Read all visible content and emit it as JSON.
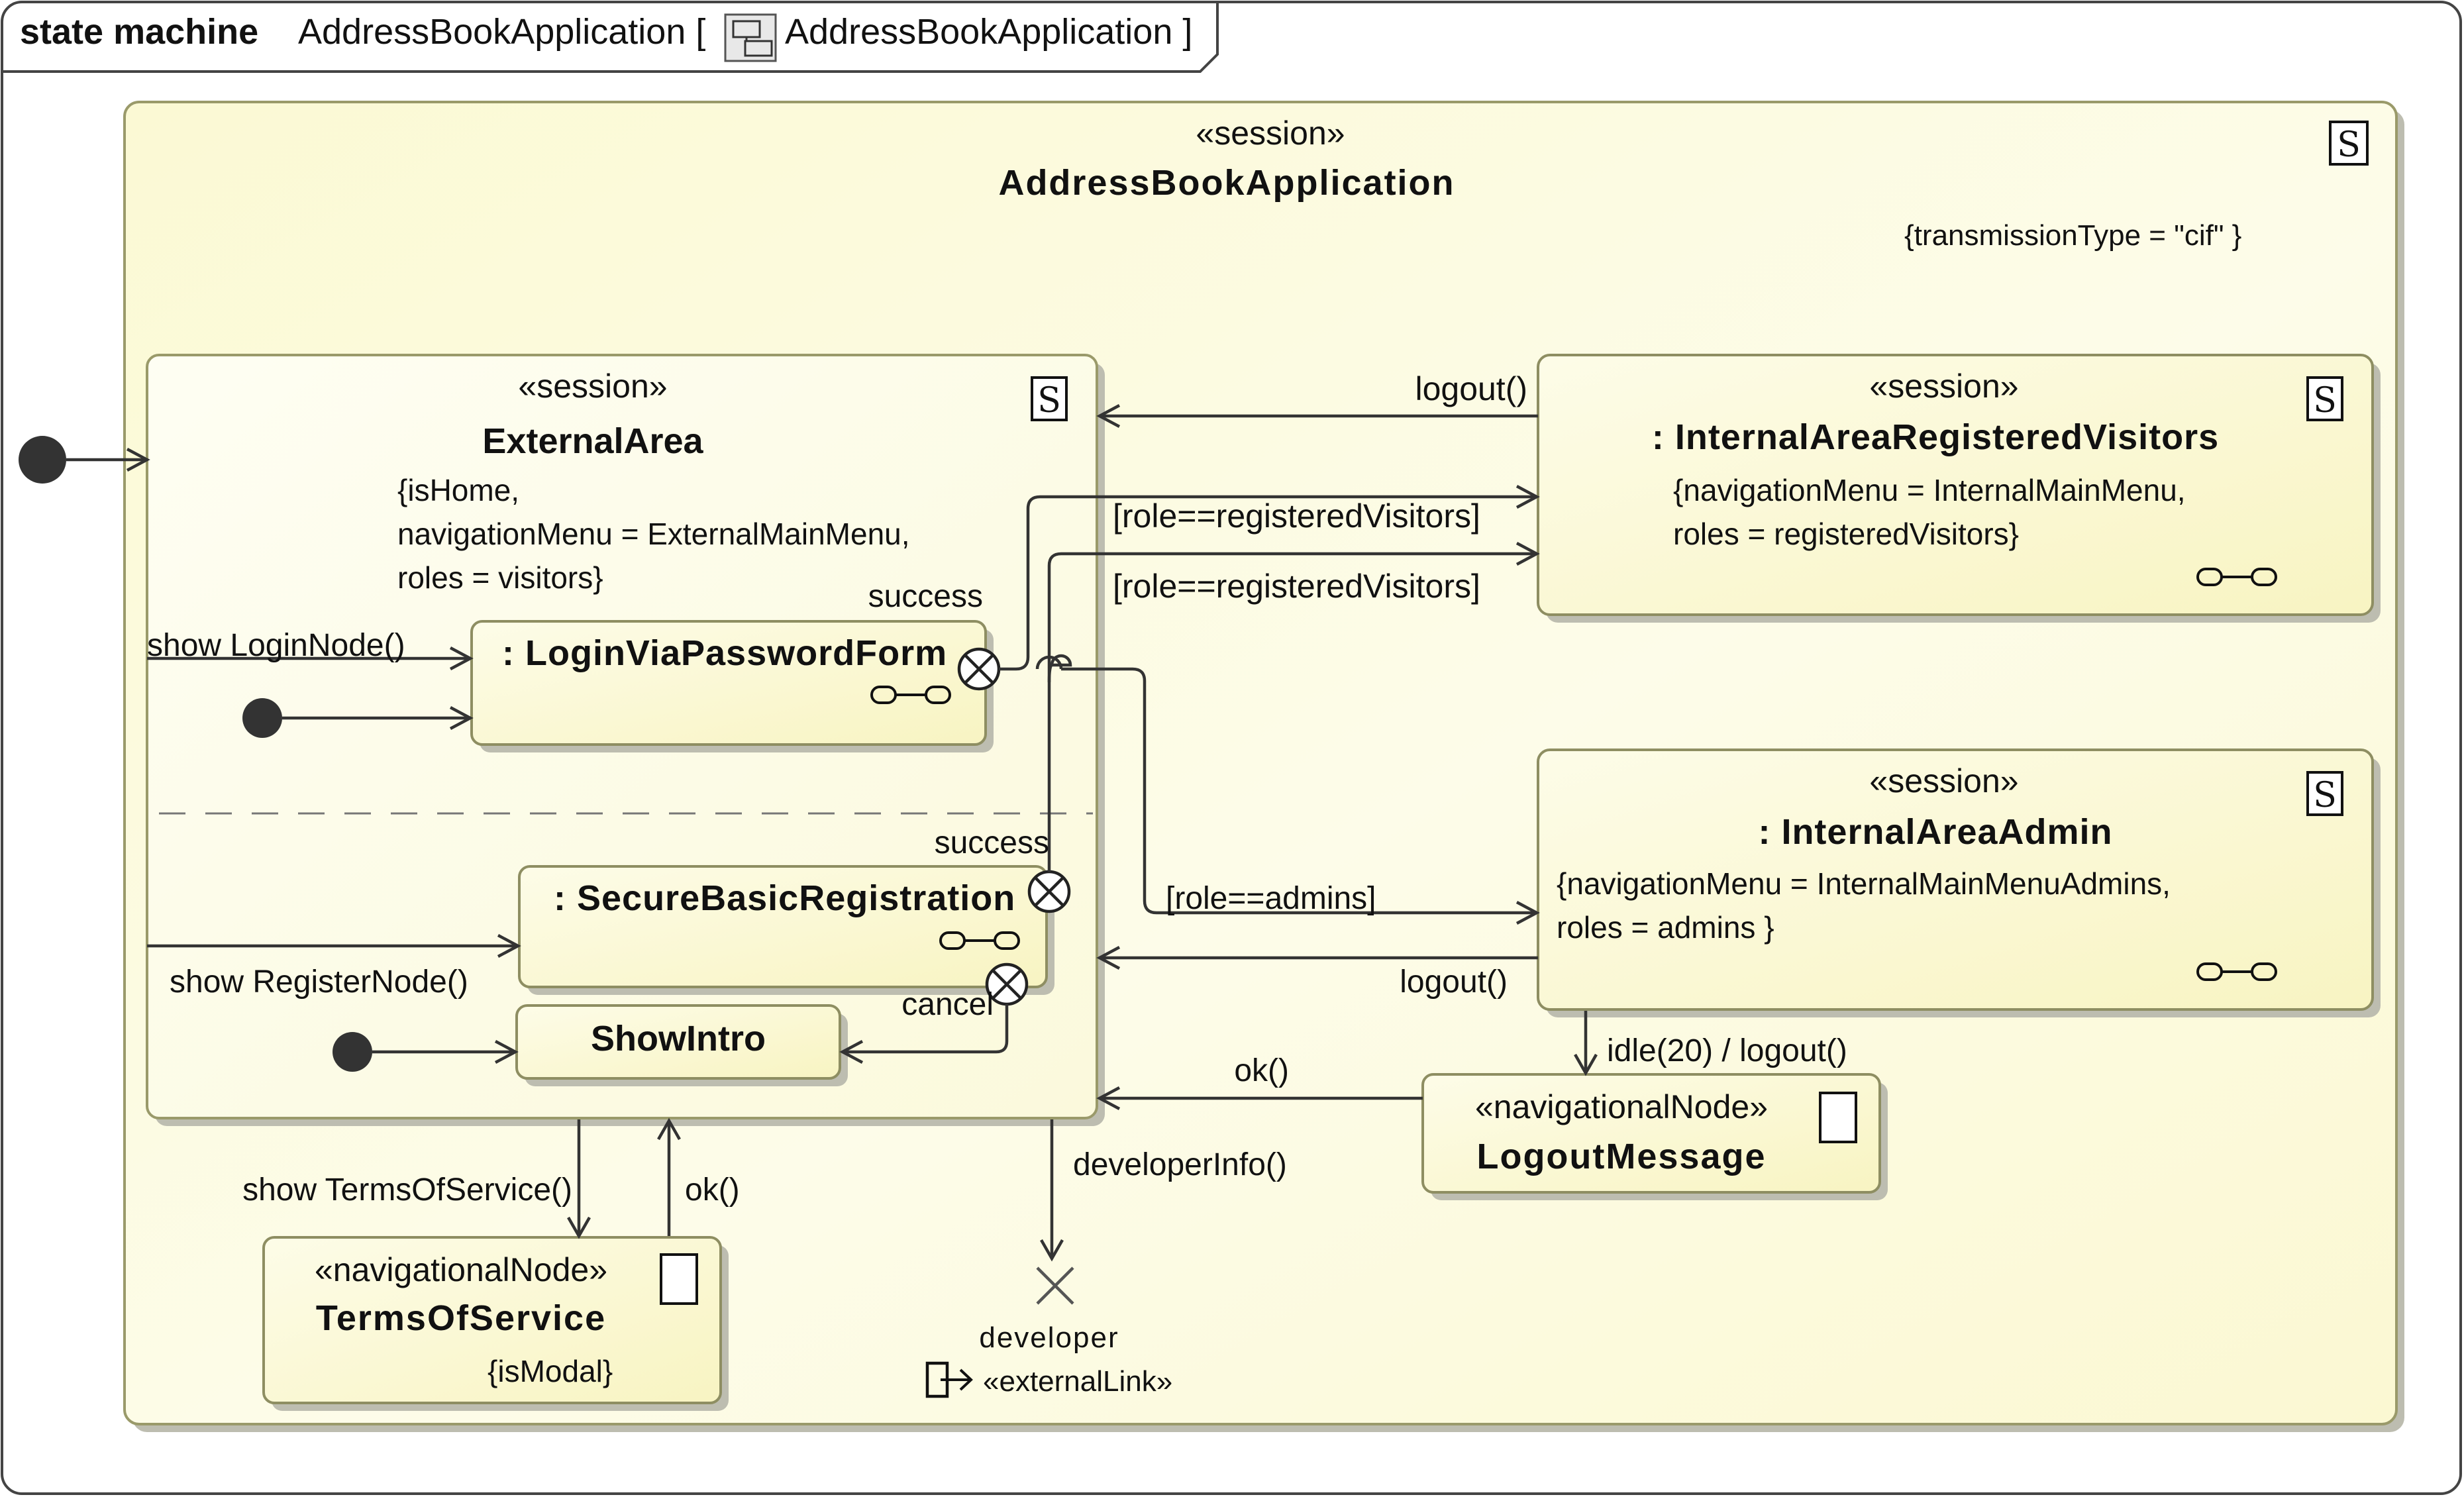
{
  "frame": {
    "keyword": "state machine",
    "name": "AddressBookApplication [",
    "type_name": "AddressBookApplication ]"
  },
  "app_state": {
    "stereotype": "«session»",
    "name": "AddressBookApplication",
    "constraint": "{transmissionType = \"cif\"  }",
    "session_icon": "S"
  },
  "external_area": {
    "stereotype": "«session»",
    "name": "ExternalArea",
    "props": [
      "{isHome,",
      "navigationMenu = ExternalMainMenu,",
      "roles = visitors}"
    ],
    "session_icon": "S"
  },
  "login_form": {
    "name": ": LoginViaPasswordForm"
  },
  "secure_registration": {
    "name": ": SecureBasicRegistration"
  },
  "show_intro": {
    "name": "ShowIntro"
  },
  "registered_visitors": {
    "stereotype": "«session»",
    "name": ": InternalAreaRegisteredVisitors",
    "props": [
      "{navigationMenu = InternalMainMenu,",
      "roles = registeredVisitors}"
    ],
    "session_icon": "S"
  },
  "internal_admin": {
    "stereotype": "«session»",
    "name": ": InternalAreaAdmin",
    "props": [
      "{navigationMenu = InternalMainMenuAdmins,",
      "roles = admins }"
    ],
    "session_icon": "S"
  },
  "logout_message": {
    "stereotype": "«navigationalNode»",
    "name": "LogoutMessage"
  },
  "terms_of_service": {
    "stereotype": "«navigationalNode»",
    "name": "TermsOfService",
    "props": "{isModal}"
  },
  "developer": {
    "name": "developer",
    "stereotype": "«externalLink»"
  },
  "transitions": {
    "logout_top": "logout()",
    "role_registered_1": "[role==registeredVisitors]",
    "role_registered_2": "[role==registeredVisitors]",
    "success_login": "success",
    "show_login": "show LoginNode()",
    "success_register": "success",
    "role_admins": "[role==admins]",
    "show_register": "show RegisterNode()",
    "cancel": "cancel",
    "logout_admin": "logout()",
    "idle": "idle(20) / logout()",
    "ok_logout": "ok()",
    "developer_info": "developerInfo()",
    "show_terms": "show TermsOfService()",
    "ok_terms": "ok()"
  }
}
